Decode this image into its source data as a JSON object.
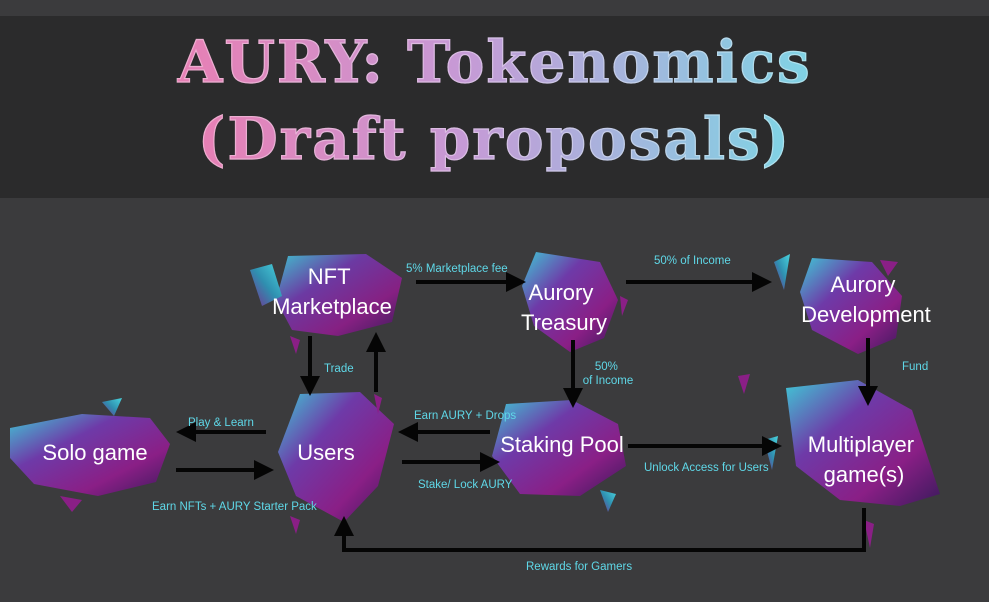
{
  "title": {
    "line1": "AURY: Tokenomics",
    "line2": "(Draft proposals)"
  },
  "colors": {
    "background": "#3b3b3d",
    "title_band": "#2b2b2c",
    "arrow": "#050505",
    "edge_label": "#5fd8e8",
    "node_label": "#ffffff",
    "crystal_purple": "#7a2a8f",
    "crystal_teal": "#3fc9d6"
  },
  "nodes": [
    {
      "id": "nft_marketplace",
      "label_lines": [
        "NFT",
        "Marketplace"
      ]
    },
    {
      "id": "aurory_treasury",
      "label_lines": [
        "Aurory",
        "Treasury"
      ]
    },
    {
      "id": "aurory_development",
      "label_lines": [
        "Aurory",
        "Development"
      ]
    },
    {
      "id": "solo_game",
      "label_lines": [
        "Solo game"
      ]
    },
    {
      "id": "users",
      "label_lines": [
        "Users"
      ]
    },
    {
      "id": "staking_pool",
      "label_lines": [
        "Staking Pool"
      ]
    },
    {
      "id": "multiplayer_games",
      "label_lines": [
        "Multiplayer",
        "game(s)"
      ]
    }
  ],
  "edges": [
    {
      "id": "nft-to-treasury",
      "from": "nft_marketplace",
      "to": "aurory_treasury",
      "label_lines": [
        "5% Marketplace fee"
      ]
    },
    {
      "id": "treasury-to-development",
      "from": "aurory_treasury",
      "to": "aurory_development",
      "label_lines": [
        "50% of Income"
      ]
    },
    {
      "id": "treasury-to-staking",
      "from": "aurory_treasury",
      "to": "staking_pool",
      "label_lines": [
        "50%",
        "of Income"
      ]
    },
    {
      "id": "nft-users-trade",
      "from": "nft_marketplace",
      "to": "users",
      "label_lines": [
        "Trade"
      ]
    },
    {
      "id": "development-to-multiplayer",
      "from": "aurory_development",
      "to": "multiplayer_games",
      "label_lines": [
        "Fund"
      ]
    },
    {
      "id": "users-to-solo",
      "from": "users",
      "to": "solo_game",
      "label_lines": [
        "Play & Learn"
      ]
    },
    {
      "id": "solo-to-users",
      "from": "solo_game",
      "to": "users",
      "label_lines": [
        "Earn NFTs + AURY Starter Pack"
      ]
    },
    {
      "id": "staking-to-users",
      "from": "staking_pool",
      "to": "users",
      "label_lines": [
        "Earn AURY + Drops"
      ]
    },
    {
      "id": "users-to-staking",
      "from": "users",
      "to": "staking_pool",
      "label_lines": [
        "Stake/ Lock AURY"
      ]
    },
    {
      "id": "staking-to-multiplayer",
      "from": "staking_pool",
      "to": "multiplayer_games",
      "label_lines": [
        "Unlock Access for Users"
      ]
    },
    {
      "id": "multiplayer-to-users",
      "from": "multiplayer_games",
      "to": "users",
      "label_lines": [
        "Rewards for Gamers"
      ]
    }
  ]
}
